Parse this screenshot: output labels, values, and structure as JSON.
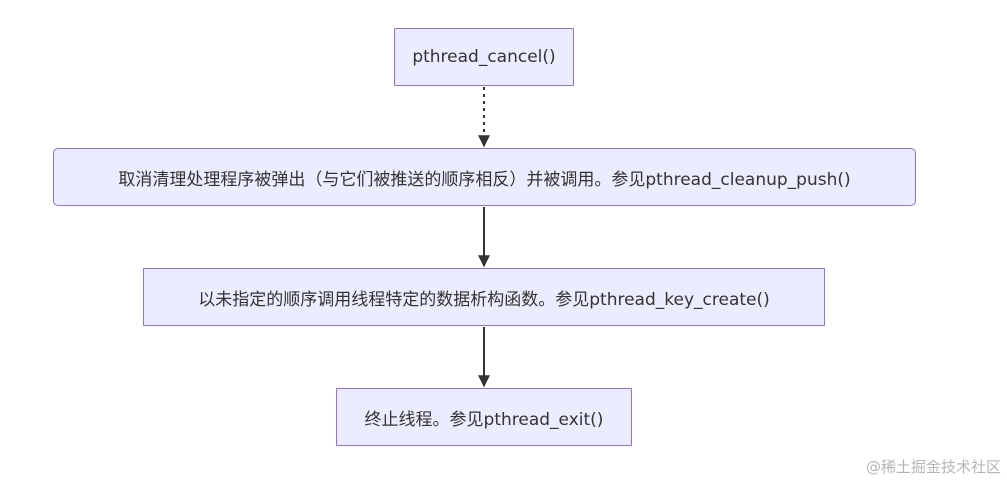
{
  "diagram": {
    "nodes": [
      {
        "id": "n1",
        "label": "pthread_cancel()"
      },
      {
        "id": "n2",
        "label": "取消清理处理程序被弹出（与它们被推送的顺序相反）并被调用。参见pthread_cleanup_push()"
      },
      {
        "id": "n3",
        "label": "以未指定的顺序调用线程特定的数据析构函数。参见pthread_key_create()"
      },
      {
        "id": "n4",
        "label": "终止线程。参见pthread_exit()"
      }
    ],
    "edges": [
      {
        "from": "n1",
        "to": "n2",
        "style": "dotted"
      },
      {
        "from": "n2",
        "to": "n3",
        "style": "solid"
      },
      {
        "from": "n3",
        "to": "n4",
        "style": "solid"
      }
    ],
    "colors": {
      "node_fill": "#ececff",
      "node_border": "#9370db",
      "edge": "#333333",
      "text": "#333333"
    }
  },
  "watermark": "@稀土掘金技术社区"
}
